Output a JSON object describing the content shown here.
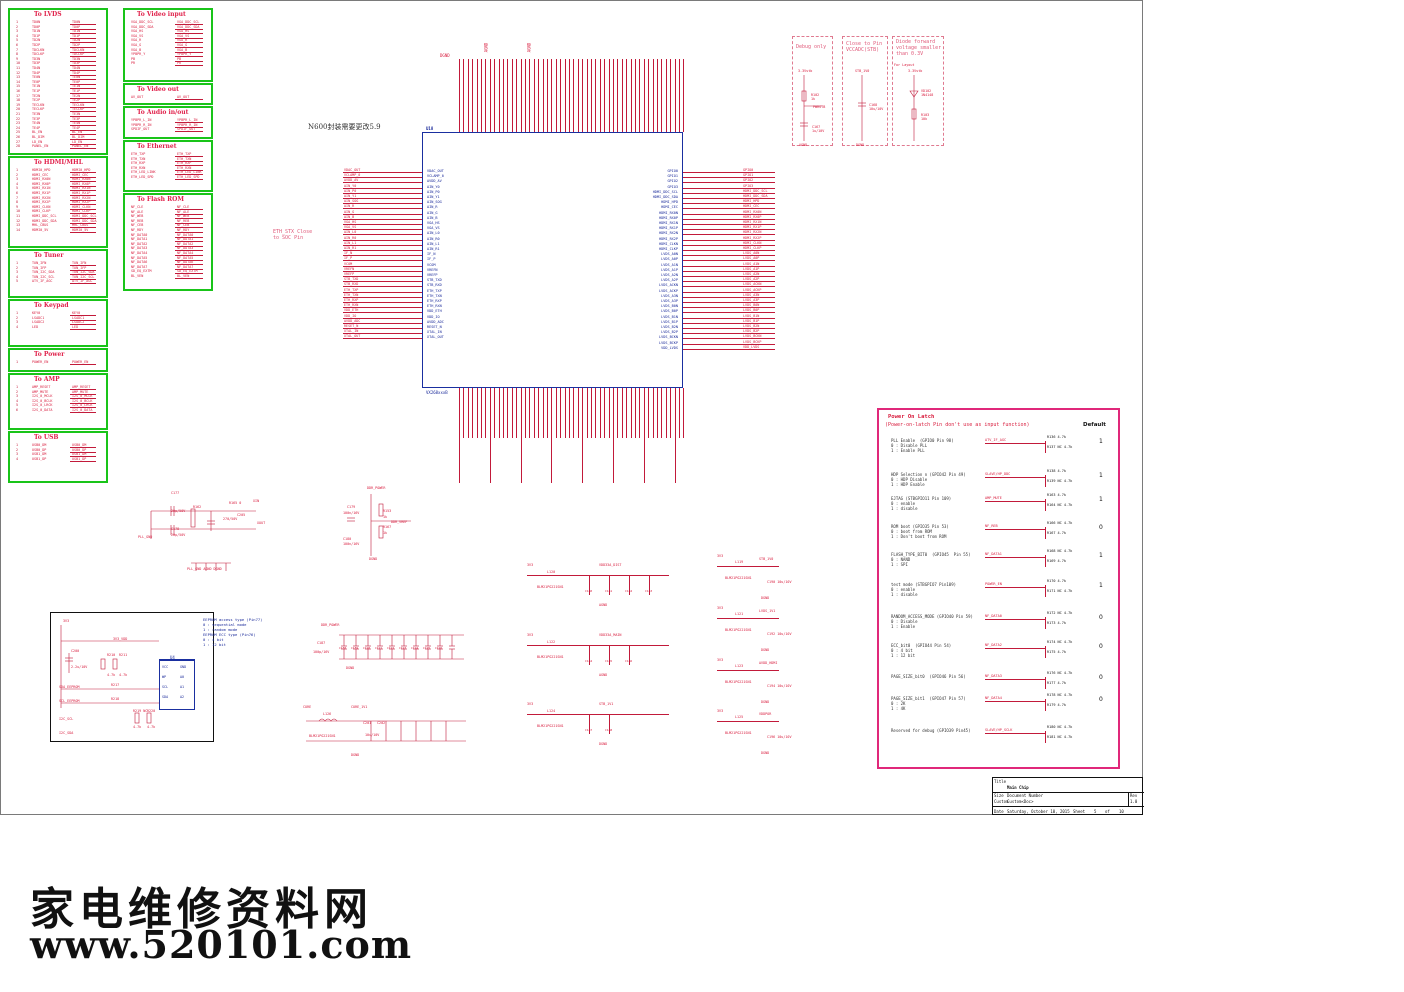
{
  "sheet_note": "N600封装需要更改5.9",
  "chip": {
    "ref": "U18",
    "part": "VX268xxxB"
  },
  "header_nets": [
    "DGND",
    "AGND",
    "AGND"
  ],
  "left_groups": [
    {
      "title": "To LVDS",
      "pins": [
        "TD0N",
        "TD0P",
        "TD1N",
        "TD1P",
        "TD2N",
        "TD2P",
        "TDCLKN",
        "TDCLKP",
        "TD3N",
        "TD3P",
        "TD4N",
        "TD4P",
        "TE0N",
        "TE0P",
        "TE1N",
        "TE1P",
        "TE2N",
        "TE2P",
        "TECLKN",
        "TECLKP",
        "TE3N",
        "TE3P",
        "TE4N",
        "TE4P",
        "BL_EN",
        "BL_DIM",
        "LD_EN",
        "PANEL_EN"
      ]
    },
    {
      "title": "To HDMI/MHL",
      "pins": [
        "HDMI0_HPD",
        "HDMI_CEC",
        "HDMI_RX0N",
        "HDMI_RX0P",
        "HDMI_RX1N",
        "HDMI_RX1P",
        "HDMI_RX2N",
        "HDMI_RX2P",
        "HDMI_CLKN",
        "HDMI_CLKP",
        "HDMI_DDC_SCL",
        "HDMI_DDC_SDA",
        "MHL_CBUS",
        "HDMI0_5V"
      ]
    },
    {
      "title": "To Tuner",
      "pins": [
        "TUN_IFN",
        "TUN_IFP",
        "TUN_I2C_SDA",
        "TUN_I2C_SCL",
        "ATV_IF_AGC"
      ]
    },
    {
      "title": "To Keypad",
      "pins": [
        "KEY0",
        "LSADC1",
        "LSADC2",
        "LED"
      ]
    },
    {
      "title": "To Power",
      "pins": [
        "POWER_EN"
      ]
    },
    {
      "title": "To AMP",
      "pins": [
        "AMP_RESET",
        "AMP_MUTE",
        "I2S_0_MCLK",
        "I2S_0_BCLK",
        "I2S_0_LRCK",
        "I2S_0_DATA"
      ]
    },
    {
      "title": "To USB",
      "pins": [
        "USB0_DM",
        "USB0_DP",
        "USB1_DM",
        "USB1_DP"
      ]
    }
  ],
  "mid_groups": [
    {
      "title": "To Video input",
      "pins": [
        "VGA_DDC_SCL",
        "VGA_DDC_SDA",
        "VGA_HS",
        "VGA_VS",
        "VGA_R",
        "VGA_G",
        "VGA_B",
        "YPBPR_Y",
        "PB",
        "PR"
      ]
    },
    {
      "title": "To Video out",
      "pins": [
        "AV_OUT"
      ]
    },
    {
      "title": "To Audio in/out",
      "pins": [
        "YPBPR_L_IN",
        "YPBPR_R_IN",
        "SPDIF_OUT"
      ]
    },
    {
      "title": "To Ethernet",
      "pins": [
        "ETH_TXP",
        "ETH_TXN",
        "ETH_RXP",
        "ETH_RXN",
        "ETH_LED_LINK",
        "ETH_LED_SPD"
      ]
    },
    {
      "title": "To Flash ROM",
      "pins": [
        "NF_CLE",
        "NF_ALE",
        "NF_WEB",
        "NF_REB",
        "NF_CEB",
        "NF_RDY",
        "NF_DATA0",
        "NF_DATA1",
        "NF_DATA2",
        "NF_DATA3",
        "NF_DATA4",
        "NF_DATA5",
        "NF_DATA6",
        "NF_DATA7",
        "SD_EQ_EXTM",
        "BL_VEN"
      ]
    }
  ],
  "chip_left_pins": [
    "VDAC_OUT",
    "VCLAMP_0",
    "AVDD_AV",
    "AIN_Y0",
    "AIN_P0",
    "AIN_Y1",
    "AIN_SOG",
    "AIN_R",
    "AIN_G",
    "AIN_B",
    "VGA_HS",
    "VGA_VS",
    "AIN_L0",
    "AIN_R0",
    "AIN_L1",
    "AIN_R1",
    "IF_N",
    "IF_P",
    "VCOM",
    "VREFN",
    "VREFP",
    "STB_TXD",
    "STB_RXD",
    "ETH_TXP",
    "ETH_TXN",
    "ETH_RXP",
    "ETH_RXN",
    "VDD_ETH",
    "VDD_IO",
    "AVDD_ADC",
    "RESET_N",
    "XTAL_IN",
    "XTAL_OUT"
  ],
  "chip_right_pins": [
    "GPIO0",
    "GPIO1",
    "GPIO2",
    "GPIO3",
    "HDMI_DDC_SCL",
    "HDMI_DDC_SDA",
    "HDMI_HPD",
    "HDMI_CEC",
    "HDMI_RX0N",
    "HDMI_RX0P",
    "HDMI_RX1N",
    "HDMI_RX1P",
    "HDMI_RX2N",
    "HDMI_RX2P",
    "HDMI_CLKN",
    "HDMI_CLKP",
    "LVDS_A0N",
    "LVDS_A0P",
    "LVDS_A1N",
    "LVDS_A1P",
    "LVDS_A2N",
    "LVDS_A2P",
    "LVDS_ACKN",
    "LVDS_ACKP",
    "LVDS_A3N",
    "LVDS_A3P",
    "LVDS_B0N",
    "LVDS_B0P",
    "LVDS_B1N",
    "LVDS_B1P",
    "LVDS_B2N",
    "LVDS_B2P",
    "LVDS_BCKN",
    "LVDS_BCKP",
    "VDD_LVDS"
  ],
  "debug_boxes": [
    {
      "title": "Debug only"
    },
    {
      "title": "Close to Pin\nVCCADC(STB)"
    },
    {
      "title": "Diode forward\nvoltage smaller\nthan 0.3V"
    }
  ],
  "debug_labels": [
    "3.3Vstb",
    "R102",
    "1k",
    "PWRSTB",
    "C167",
    "1u/10V",
    "AGND",
    "STB_1V0",
    "C168",
    "10u/10V",
    "DGND",
    "3.3Vstb",
    "VD102",
    "1N4148",
    "R103",
    "10k",
    "For Layout"
  ],
  "power_on_latch": {
    "title": "Power On Latch",
    "subtitle": "(Power-on-latch Pin don't use as input function)",
    "default_label": "Default",
    "rows": [
      {
        "desc": "PLL Enable  (GPIO0 Pin 98)\n0 : Disable PLL\n1 : Enable PLL",
        "net": "ATV_IF_AGC",
        "res": "R136 4.7k",
        "nc": "R137 NC 4.7k",
        "default": "1"
      },
      {
        "desc": "HDP Selection n (GPIO42 Pin 49)\n0 : HDP Disable\n1 : HDP Enable",
        "net": "SLAVE/HP_DDC",
        "res": "R138 4.7k",
        "nc": "R139 NC 4.7k",
        "default": "1"
      },
      {
        "desc": "EJTAG (STBGPIO11 Pin 109)\n0 : enable\n1 : disable",
        "net": "AMP_MUTE",
        "res": "R163 4.7k",
        "nc": "R164 NC 4.7k",
        "default": "1"
      },
      {
        "desc": "ROM boot (GPIO35 Pin 53)\n0 : boot from ROM\n1 : Don't boot from ROM",
        "net": "NF_REB",
        "res": "R166 NC 4.7k",
        "nc": "R167 4.7k",
        "default": "0"
      },
      {
        "desc": "FLASH_TYPE_BIT0  (GPIO45  Pin 55)\n0 : NAND\n1 : SPI",
        "net": "NF_DATA1",
        "res": "R168 NC 4.7k",
        "nc": "R169 4.7k",
        "default": "1"
      },
      {
        "desc": "test mode (STBGPIO7 Pin109)\n0 : enable\n1 : disable",
        "net": "POWER_EN",
        "res": "R170 4.7k",
        "nc": "R171 NC 4.7k",
        "default": "1"
      },
      {
        "desc": "RANDOM_ACCESS_MODE (GPIO40 Pin 59)\n0 : Disable\n1 : Enable",
        "net": "NF_DATA0",
        "res": "R172 NC 4.7k",
        "nc": "R173 4.7k",
        "default": "0"
      },
      {
        "desc": "ECC_bit0  (GPIO44 Pin 54)\n0 : 4 bit\n1 : 12 bit",
        "net": "NF_DATA2",
        "res": "R174 NC 4.7k",
        "nc": "R175 4.7k",
        "default": "0"
      },
      {
        "desc": "PAGE_SIZE_bit0  (GPIO46 Pin 56)",
        "net": "NF_DATA3",
        "res": "R176 NC 4.7k",
        "nc": "R177 4.7k",
        "default": "0"
      },
      {
        "desc": "PAGE_SIZE_bit1  (GPIO47 Pin 57)\n0 : 2K\n1 : 4K",
        "net": "NF_DATA4",
        "res": "R178 NC 4.7k",
        "nc": "R179 4.7k",
        "default": "0"
      },
      {
        "desc": "Reserved for debug (GPIO39 Pin45)",
        "net": "SLAVE/HP_SCLK",
        "res": "R180 NC 4.7k",
        "nc": "R181 NC 4.7k",
        "default": ""
      }
    ]
  },
  "eeprom": {
    "ref": "U4",
    "notes": [
      "EEPROM access type (Pin77)",
      "0 : sequential mode",
      "1 : random mode",
      "EEPROM ECC type (Pin76)",
      "0 : 4 bit",
      "1 : 12 bit"
    ],
    "pins": [
      "VCC",
      "WP",
      "SCL",
      "SDA",
      "GND",
      "A0",
      "A1",
      "A2"
    ],
    "labels": [
      "3V3",
      "3V3_VDD",
      "C200",
      "2.2u/10V",
      "R210",
      "4.7k",
      "R211",
      "4.7k",
      "SDA_EEPROM",
      "SCL_EEPROM",
      "R217",
      "R218",
      "R219 NC",
      "4.7k",
      "R220",
      "4.7k",
      "I2C_SCL",
      "I2C_SDA"
    ]
  },
  "filters": [
    {
      "in": "3V3",
      "out": "VDD33A_DIST",
      "ref": "L120",
      "part": "BLM21PG221SN1",
      "caps": [
        "C180",
        "C181",
        "C182",
        "C183"
      ],
      "gnd": "AGND"
    },
    {
      "in": "3V3",
      "out": "VDD33A_MAIN",
      "ref": "L122",
      "part": "BLM21PG221SN1",
      "caps": [
        "C184",
        "C185",
        "C186"
      ],
      "gnd": "AGND"
    },
    {
      "in": "3V3",
      "out": "STB_1V1",
      "ref": "L124",
      "part": "BLM21PG221SN1",
      "caps": [
        "C187",
        "C188"
      ],
      "gnd": "DGND"
    }
  ],
  "right_filters": [
    {
      "in": "3V3",
      "out": "STB_1V0",
      "ref": "L119",
      "part": "BLM21PG221SN1",
      "cap": "C190 10u/10V",
      "gnd": "DGND"
    },
    {
      "in": "3V3",
      "out": "LVDS_1V1",
      "ref": "L121",
      "part": "BLM21PG221SN1",
      "cap": "C192 10u/10V",
      "gnd": "DGND"
    },
    {
      "in": "3V3",
      "out": "AVDD_HDMI",
      "ref": "L123",
      "part": "BLM21PG221SN1",
      "cap": "C194 10u/10V",
      "gnd": "DGND"
    },
    {
      "in": "3V3",
      "out": "VDDPOR",
      "ref": "L125",
      "part": "BLM21PG221SN1",
      "cap": "C196 10u/10V",
      "gnd": "DGND"
    }
  ],
  "pll_block": [
    "C177",
    "20p/50V",
    "R162",
    "C178",
    "20p/50V",
    "R165 0",
    "C205",
    "270/50V",
    "PLL_GND",
    "XIN",
    "XOUT",
    "PLL_GND AGND DGND"
  ],
  "ddr_block": [
    "DDR_POWER",
    "C179",
    "100n/16V",
    "R153",
    "1k",
    "R167",
    "1k",
    "DDR_VREF",
    "C180",
    "100n/16V",
    "DGND"
  ],
  "ddr_caps": [
    "DDR_POWER",
    "C187",
    "100p/16V",
    "C188",
    "C189",
    "C190",
    "C191",
    "C192",
    "C193",
    "C194",
    "C195",
    "C196",
    "DGND"
  ],
  "core_block": [
    "CORE",
    "L126",
    "BLM21PG221SN1",
    "CORE_1V1",
    "C201",
    "C202",
    "10u/10V",
    "DGND"
  ],
  "title_block": {
    "title_label": "Title",
    "title": "Main Chip",
    "size_label": "Size",
    "size": "Custom",
    "docnum_label": "Document Number",
    "docnum": "Custom<Doc>",
    "rev_label": "Rev",
    "rev": "1.0",
    "date_label": "Date",
    "date": "Saturday, October 10, 2015",
    "sheet_label": "Sheet",
    "sheet": "5",
    "of_label": "of",
    "of": "10"
  },
  "crystal_note": "ETH_STX Close\nto SOC Pin",
  "watermark": {
    "line1": "家电维修资料网",
    "line2": "www.520101.com"
  }
}
